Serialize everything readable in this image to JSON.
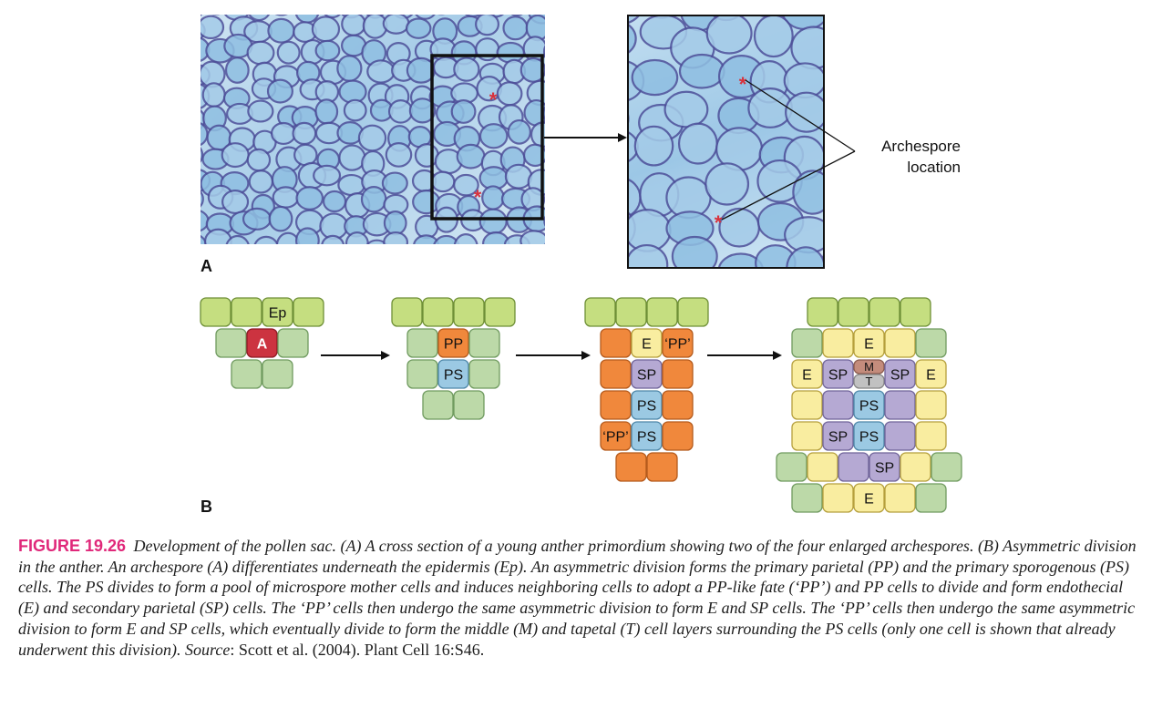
{
  "panel_a": {
    "label": "A",
    "annotation_line1": "Archespore",
    "annotation_line2": "location",
    "marker_symbol": "*"
  },
  "panel_b": {
    "label": "B",
    "stages": [
      {
        "name": "stage-1",
        "labels": {
          "ep": "Ep",
          "a": "A"
        }
      },
      {
        "name": "stage-2",
        "labels": {
          "pp": "PP",
          "ps": "PS"
        }
      },
      {
        "name": "stage-3",
        "labels": {
          "e": "E",
          "pp_like_1": "‘PP’",
          "sp": "SP",
          "ps_1": "PS",
          "pp_like_2": "‘PP’",
          "ps_2": "PS"
        }
      },
      {
        "name": "stage-4",
        "labels": {
          "e_top": "E",
          "e_left": "E",
          "sp_left": "SP",
          "m": "M",
          "t": "T",
          "sp_right": "SP",
          "e_right": "E",
          "ps_1": "PS",
          "sp_low": "SP",
          "ps_2": "PS",
          "sp_bottom": "SP",
          "e_bottom": "E"
        }
      }
    ]
  },
  "colors": {
    "epidermis": "#c5de80",
    "generic": "#bcd9a8",
    "archespore": "#cc3340",
    "pp": "#f0883c",
    "ps": "#9bc9e3",
    "sp": "#b5a9d3",
    "endothecium": "#f9eda0",
    "middle": "#c48c7c",
    "tapetal": "#c1c1c1",
    "figure_number": "#e0287a",
    "marker": "#d8323c"
  },
  "caption": {
    "figure_number": "FIGURE 19.26",
    "text": "Development of the pollen sac. (A) A cross section of a young anther primordium showing two of the four enlarged archespores. (B) Asymmetric division in the anther. An archespore (A) differentiates underneath the epidermis (Ep). An asymmetric division forms the primary parietal (PP) and the primary sporogenous (PS) cells. The PS divides to form a pool of microspore mother cells and induces neighboring cells to adopt a PP-like fate (‘PP’) and PP cells to divide and form endothecial (E) and secondary parietal (SP) cells. The ‘PP’ cells then undergo the same asymmetric division to form E and SP cells. The ‘PP’ cells then undergo the same asymmetric division to form E and SP cells, which eventually divide to form the middle (M) and tapetal (T) cell layers surrounding the PS cells (only one cell is shown that already underwent this division).",
    "source_label": "Source",
    "source_text": ": Scott et al. (2004). Plant Cell 16:S46."
  }
}
